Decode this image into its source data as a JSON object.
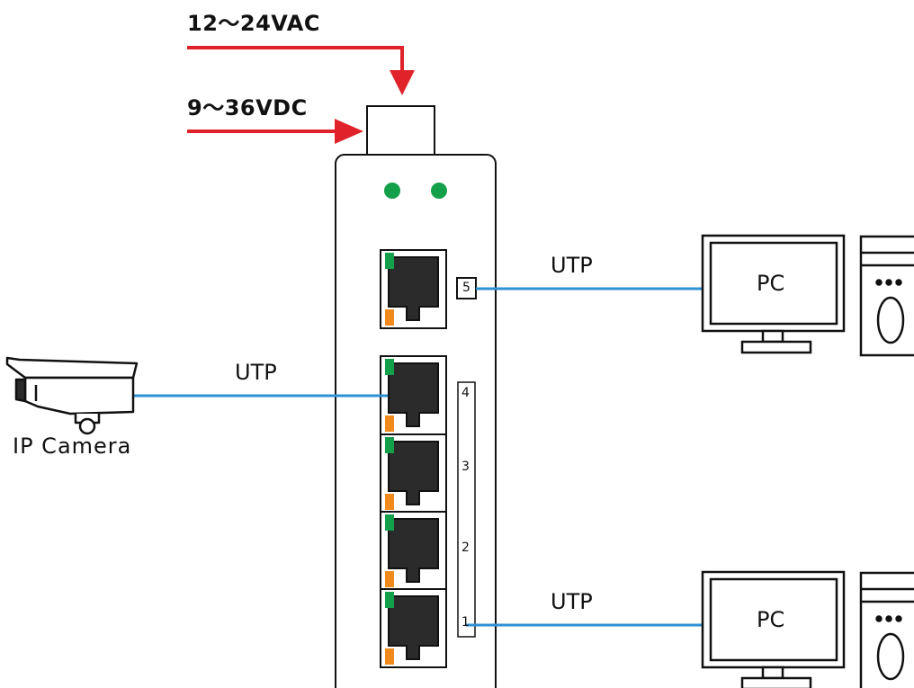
{
  "power": {
    "ac_label": "12～24VAC",
    "dc_label": "9～36VDC",
    "arrow_color": "#e0232a"
  },
  "switch": {
    "port_numbers": [
      "5",
      "4",
      "3",
      "2",
      "1"
    ],
    "led_color": "#14a04a",
    "port_led_colors": {
      "link": "#14a04a",
      "activity": "#f08a1c"
    }
  },
  "links": {
    "cable_color": "#2f90d4",
    "utp_label_top": "UTP",
    "utp_label_camera": "UTP",
    "utp_label_bottom": "UTP"
  },
  "devices": {
    "camera_label": "IP Camera",
    "pc_top_label": "PC",
    "pc_bottom_label": "PC"
  }
}
